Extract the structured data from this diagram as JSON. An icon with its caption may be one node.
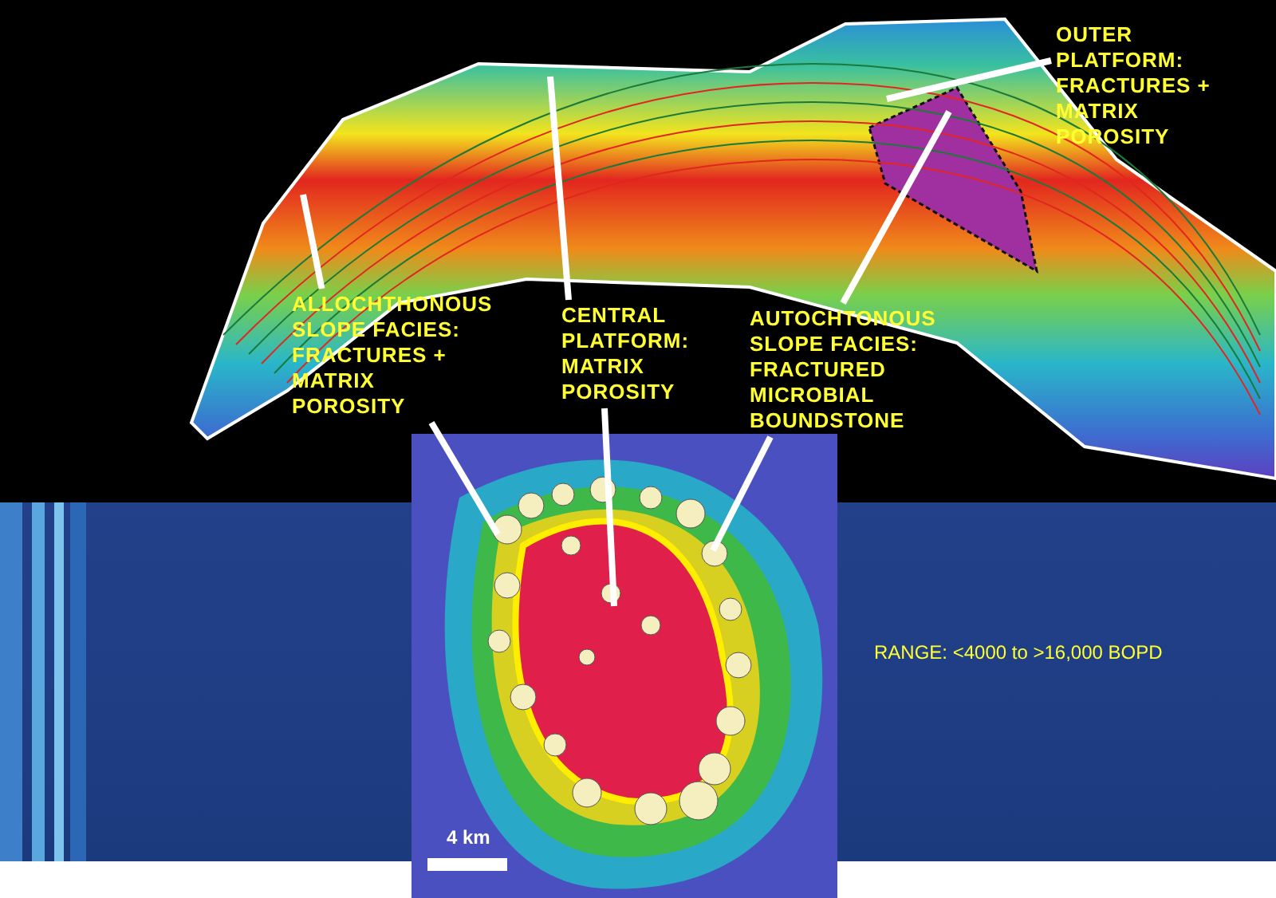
{
  "diagram": {
    "nodes": [
      {
        "text": [],
        "shape": "picture"
      },
      {
        "text": [],
        "shape": "picture"
      },
      {
        "text": [
          "ALLOCHTHONOUS SLOPE FACIES: FRACTURES + MATRIX POROSITY"
        ]
      },
      {
        "text": [
          "CENTRAL PLATFORM: MATRIX POROSITY"
        ]
      },
      {
        "text": [
          "AUTOCHTONOUS SLOPE FACIES: FRACTURED MICROBIAL BOUNDSTONE"
        ]
      },
      {
        "text": [
          "OUTER PLATFORM: FRACTURES + MATRIX POROSITY"
        ]
      }
    ],
    "edges": [
      {
        "from": 2,
        "to": 0,
        "arrow": "none"
      },
      {
        "from": 2,
        "to": 1,
        "arrow": "none"
      },
      {
        "from": 3,
        "to": 0,
        "arrow": "none"
      },
      {
        "from": 3,
        "to": 1,
        "arrow": "none"
      },
      {
        "from": 4,
        "to": 0,
        "arrow": "none"
      },
      {
        "from": 4,
        "to": 1,
        "arrow": "none"
      },
      {
        "from": 5,
        "to": 0,
        "arrow": "none"
      }
    ],
    "labels": [
      "RANGE: <4000 to >16,000 BOPD",
      "4 km"
    ]
  }
}
